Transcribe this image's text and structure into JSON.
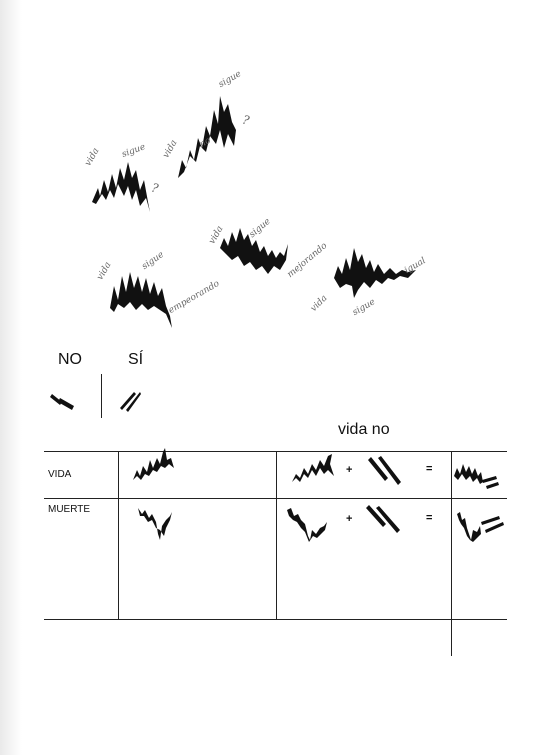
{
  "scribbles": {
    "group1": {
      "vida": "vida",
      "sigue": "sigue",
      "q": "?"
    },
    "group2": {
      "vida": "vida",
      "no": "no",
      "sigue": "sigue",
      "q": "?"
    },
    "group3": {
      "vida": "vida",
      "sigue": "sigue",
      "empeorando": "empeorando"
    },
    "group4": {
      "vida": "vida",
      "sigue": "sigue",
      "mejorando": "mejorando"
    },
    "group5": {
      "vida": "vida",
      "sigue": "sigue",
      "igual": "igual"
    }
  },
  "legend": {
    "no": "NO",
    "si": "SÍ"
  },
  "table": {
    "header": "vida no",
    "rows": [
      {
        "label": "VIDA",
        "plus": "+",
        "equals": "="
      },
      {
        "label": "MUERTE",
        "plus": "+",
        "equals": "="
      }
    ]
  }
}
